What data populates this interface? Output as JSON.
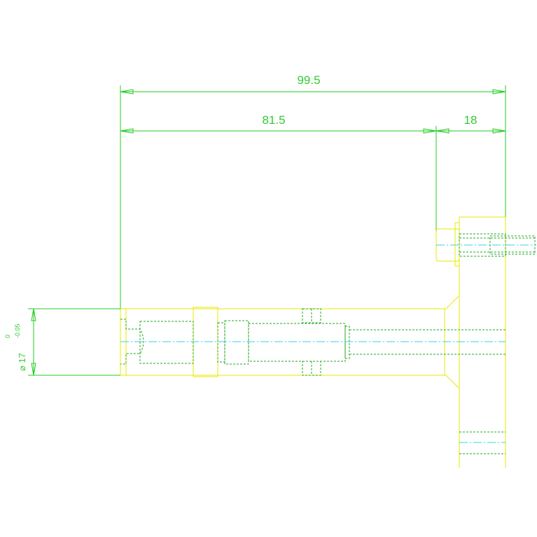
{
  "drawing": {
    "colors": {
      "part": "#e8e800",
      "dimension": "#22cc22",
      "hidden": "#22aa22",
      "centerline": "#33d6e0",
      "background": "#ffffff"
    },
    "dimensions": {
      "overall_length": "99.5",
      "shaft_length": "81.5",
      "flange_width": "18",
      "diameter": "⌀ 17",
      "tol_upper": "0",
      "tol_lower": "-0.05"
    }
  }
}
